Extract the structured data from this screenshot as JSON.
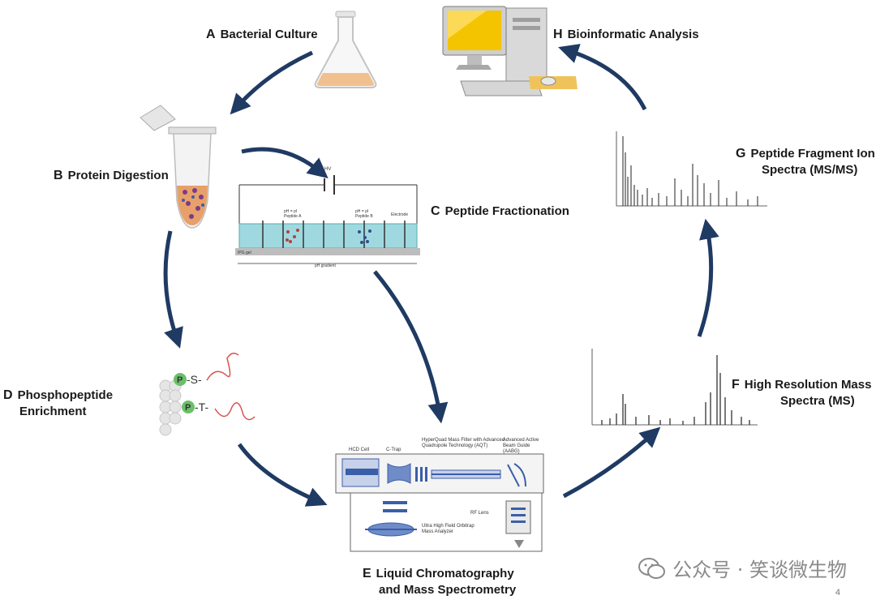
{
  "steps": {
    "a": {
      "letter": "A",
      "text": "Bacterial Culture"
    },
    "b": {
      "letter": "B",
      "text": "Protein Digestion"
    },
    "c": {
      "letter": "C",
      "text": "Peptide Fractionation"
    },
    "d": {
      "letter": "D",
      "line1": "Phosphopeptide",
      "line2": "Enrichment"
    },
    "e": {
      "letter": "E",
      "line1": "Liquid Chromatography",
      "line2": "and Mass Spectrometry"
    },
    "f": {
      "letter": "F",
      "line1": "High Resolution Mass",
      "line2": "Spectra (MS)"
    },
    "g": {
      "letter": "G",
      "line1": "Peptide Fragment Ion",
      "line2": "Spectra (MS/MS)"
    },
    "h": {
      "letter": "H",
      "text": "Bioinformatic Analysis"
    }
  },
  "ief": {
    "voltage": "HV",
    "peptide_a": "pH = pI\nPeptide A",
    "peptide_b": "pH = pI\nPeptide B",
    "electrode": "Electrode",
    "gel": "IPG gel",
    "gradient": "pH gradient"
  },
  "enrichment": {
    "phospho": "P",
    "residue_1": "-S-",
    "residue_2": "-T-"
  },
  "ms_instrument": {
    "hcd": "HCD Cell",
    "ctrap": "C-Trap",
    "quad": "HyperQuad Mass Filter with Advanced\nQuadrupole Technology (AQT)",
    "guide": "Advanced Active\nBeam Guide\n(AABG)",
    "rf": "RF Lens",
    "orbitrap": "Ultra High Field Orbitrap\nMass Analyzer"
  },
  "watermark": {
    "text": "公众号 · 笑谈微生物"
  },
  "page_number": "4",
  "colors": {
    "arrow": "#1f3a63",
    "gel_liquid": "#9fd9df",
    "instrument_blue": "#3b5ea8",
    "flask_liquid": "#f1c08f"
  }
}
